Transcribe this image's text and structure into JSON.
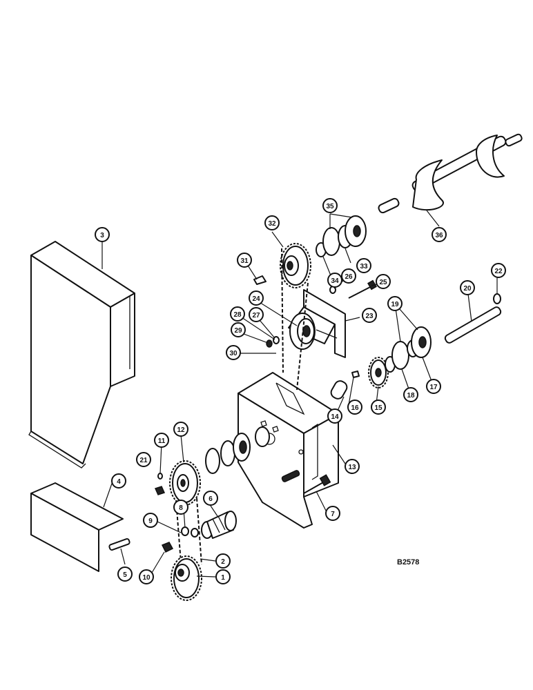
{
  "figure_code": "B2578",
  "callouts": [
    "1",
    "2",
    "3",
    "4",
    "5",
    "6",
    "7",
    "8",
    "9",
    "10",
    "11",
    "12",
    "13",
    "14",
    "15",
    "16",
    "17",
    "18",
    "19",
    "20",
    "21",
    "22",
    "23",
    "24",
    "25",
    "26",
    "27",
    "28",
    "29",
    "30",
    "31",
    "32",
    "33",
    "34",
    "35",
    "36"
  ]
}
